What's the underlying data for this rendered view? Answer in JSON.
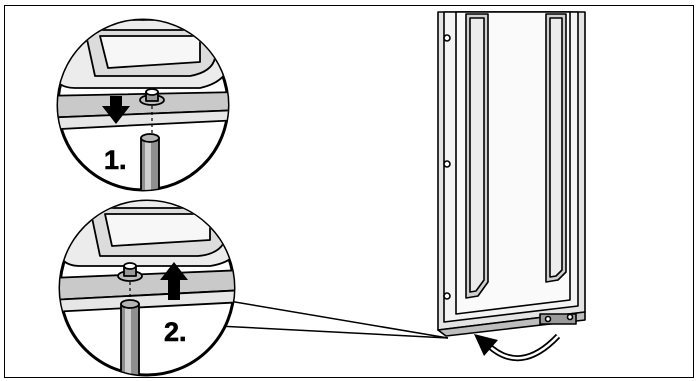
{
  "steps": [
    {
      "label": "1.",
      "arrow": "down"
    },
    {
      "label": "2.",
      "arrow": "up"
    }
  ],
  "colors": {
    "outline": "#000000",
    "panel_light": "#f0f0f0",
    "panel_shade": "#c8c8c8",
    "arrow_fill": "#000000",
    "background": "#ffffff"
  },
  "icons": [
    "arrow-down-icon",
    "arrow-up-icon",
    "rotate-arrow-icon"
  ]
}
